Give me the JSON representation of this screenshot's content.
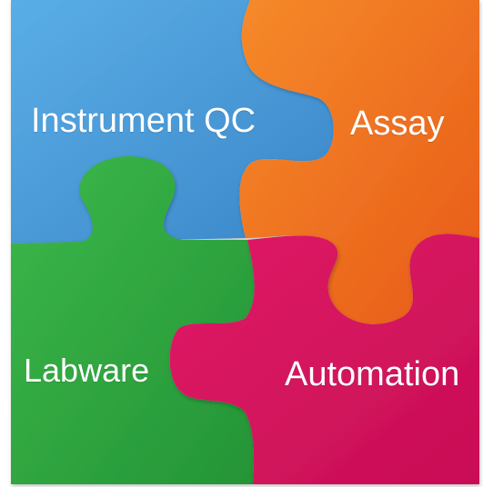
{
  "pieces": [
    {
      "label": "Instrument QC",
      "color": "#4a9ad8"
    },
    {
      "label": "Assay",
      "color": "#f07020"
    },
    {
      "label": "Labware",
      "color": "#32a842"
    },
    {
      "label": "Automation",
      "color": "#d8145e"
    }
  ]
}
